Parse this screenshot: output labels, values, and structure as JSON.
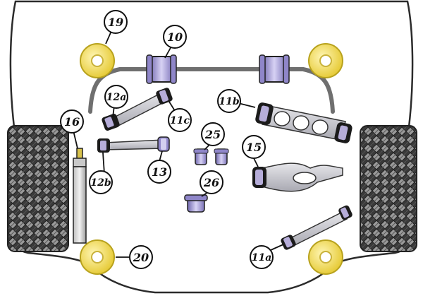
{
  "callouts": {
    "c19": "19",
    "c10": "10",
    "c12a": "12a",
    "c11b": "11b",
    "c16": "16",
    "c11c": "11c",
    "c25": "25",
    "c15": "15",
    "c13": "13",
    "c12b": "12b",
    "c26": "26",
    "c20": "20",
    "c11a": "11a"
  },
  "colors": {
    "body_outline": "#2b2b2b",
    "body_fill": "#ffffff",
    "bush_purple": "#8f86c9",
    "bush_purple_light": "#d3cff0",
    "bush_yellow": "#f7ea7a",
    "bush_yellow_dark": "#e8c83a",
    "arm_grey": "#c9c9cf",
    "metal_black": "#1b1b1b",
    "tyre_dark": "#2a2a2a",
    "tyre_mid": "#8a8a8a"
  },
  "icons": [
    "tyre-tread-left",
    "tyre-tread-right",
    "anti-roll-bar",
    "bush-top-mount",
    "control-arm",
    "shock-absorber"
  ]
}
